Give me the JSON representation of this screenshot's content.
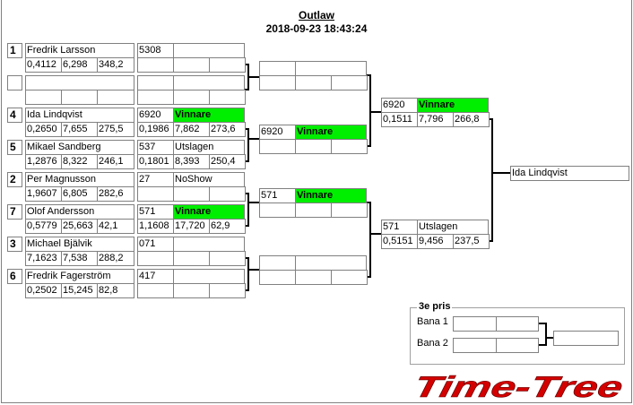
{
  "title": "Outlaw",
  "datetime": "2018-09-23 18:43:24",
  "round1": [
    {
      "seed": "1",
      "name": "Fredrik Larsson",
      "stats": [
        "0,4112",
        "6,298",
        "348,2"
      ],
      "id": "5308",
      "status": "",
      "win": false,
      "r": [
        "",
        "",
        ""
      ]
    },
    {
      "seed": "",
      "name": "",
      "stats": [
        "",
        "",
        ""
      ],
      "id": "",
      "status": "",
      "win": false,
      "r": [
        "",
        "",
        ""
      ]
    },
    {
      "seed": "4",
      "name": "Ida Lindqvist",
      "stats": [
        "0,2650",
        "7,655",
        "275,5"
      ],
      "id": "6920",
      "status": "Vinnare",
      "win": true,
      "r": [
        "0,1986",
        "7,862",
        "273,6"
      ]
    },
    {
      "seed": "5",
      "name": "Mikael Sandberg",
      "stats": [
        "1,2876",
        "8,322",
        "246,1"
      ],
      "id": "537",
      "status": "Utslagen",
      "win": false,
      "r": [
        "0,1801",
        "8,393",
        "250,4"
      ]
    },
    {
      "seed": "2",
      "name": "Per Magnusson",
      "stats": [
        "1,9607",
        "6,805",
        "282,6"
      ],
      "id": "27",
      "status": "NoShow",
      "win": false,
      "r": [
        "",
        "",
        ""
      ]
    },
    {
      "seed": "7",
      "name": "Olof Andersson",
      "stats": [
        "0,5779",
        "25,663",
        "42,1"
      ],
      "id": "571",
      "status": "Vinnare",
      "win": true,
      "r": [
        "1,1608",
        "17,720",
        "62,9"
      ]
    },
    {
      "seed": "3",
      "name": "Michael Bjälvik",
      "stats": [
        "7,1623",
        "7,538",
        "288,2"
      ],
      "id": "071",
      "status": "",
      "win": false,
      "r": [
        "",
        "",
        ""
      ]
    },
    {
      "seed": "6",
      "name": "Fredrik Fagerström",
      "stats": [
        "0,2502",
        "15,245",
        "82,8"
      ],
      "id": "417",
      "status": "",
      "win": false,
      "r": [
        "",
        "",
        ""
      ]
    }
  ],
  "round2": [
    {
      "id": "",
      "status": "",
      "win": false,
      "r": [
        "",
        "",
        ""
      ]
    },
    {
      "id": "6920",
      "status": "Vinnare",
      "win": true,
      "r": [
        "",
        "",
        ""
      ]
    },
    {
      "id": "571",
      "status": "Vinnare",
      "win": true,
      "r": [
        "",
        "",
        ""
      ]
    },
    {
      "id": "",
      "status": "",
      "win": false,
      "r": [
        "",
        "",
        ""
      ]
    }
  ],
  "round3": [
    {
      "id": "6920",
      "status": "Vinnare",
      "win": true,
      "r": [
        "0,1511",
        "7,796",
        "266,8"
      ]
    },
    {
      "id": "571",
      "status": "Utslagen",
      "win": false,
      "r": [
        "0,5151",
        "9,456",
        "237,5"
      ]
    }
  ],
  "final": {
    "name": "Ida Lindqvist"
  },
  "third": {
    "legend": "3e pris",
    "lanes": [
      "Bana 1",
      "Bana 2"
    ]
  },
  "logo": "Time-Tree",
  "colors": {
    "winner": "#00ee00",
    "logo": "#d40000"
  }
}
